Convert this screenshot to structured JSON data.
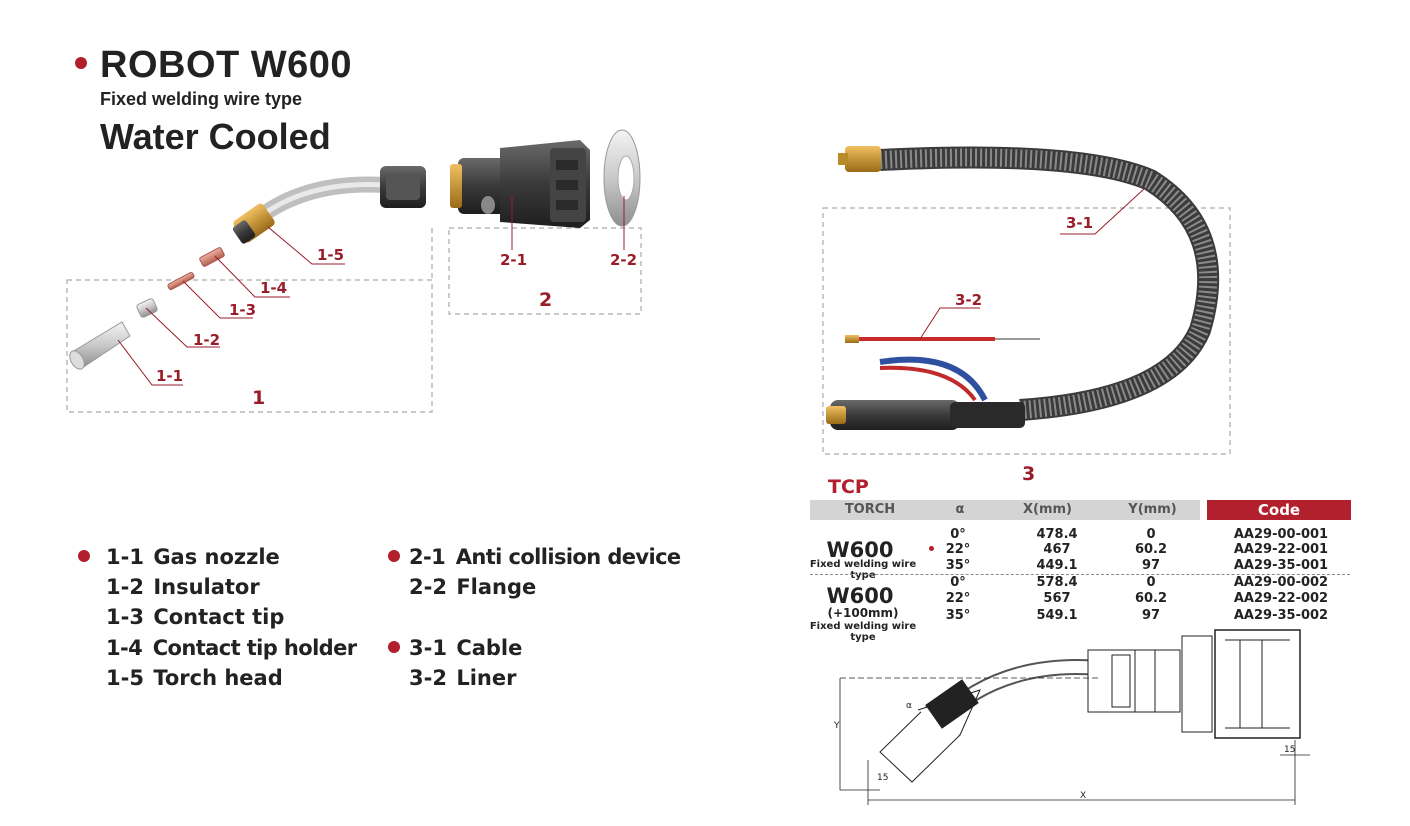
{
  "header": {
    "title": "ROBOT W600",
    "subtitle": "Fixed welding wire type",
    "cooling": "Water Cooled"
  },
  "diagram": {
    "groups": [
      "1",
      "2",
      "3"
    ],
    "labels": [
      "1-1",
      "1-2",
      "1-3",
      "1-4",
      "1-5",
      "2-1",
      "2-2",
      "3-1",
      "3-2"
    ]
  },
  "legend": {
    "col1": [
      {
        "code": "1-1",
        "name": "Gas nozzle"
      },
      {
        "code": "1-2",
        "name": "Insulator"
      },
      {
        "code": "1-3",
        "name": "Contact tip"
      },
      {
        "code": "1-4",
        "name": "Contact tip holder"
      },
      {
        "code": "1-5",
        "name": "Torch head"
      }
    ],
    "col2a": [
      {
        "code": "2-1",
        "name": "Anti collision device"
      },
      {
        "code": "2-2",
        "name": "Flange"
      }
    ],
    "col2b": [
      {
        "code": "3-1",
        "name": "Cable"
      },
      {
        "code": "3-2",
        "name": "Liner"
      }
    ]
  },
  "tcp": {
    "title": "TCP",
    "headers": [
      "TORCH",
      "α",
      "X(mm)",
      "Y(mm)",
      "Code"
    ],
    "models": [
      {
        "name": "W600",
        "sub1": "",
        "sub2": "Fixed welding wire type",
        "rows": [
          {
            "alpha": "0°",
            "x": "478.4",
            "y": "0",
            "code": "AA29-00-001"
          },
          {
            "alpha": "22°",
            "x": "467",
            "y": "60.2",
            "code": "AA29-22-001"
          },
          {
            "alpha": "35°",
            "x": "449.1",
            "y": "97",
            "code": "AA29-35-001"
          }
        ]
      },
      {
        "name": "W600",
        "sub1": "(+100mm)",
        "sub2": "Fixed welding wire type",
        "rows": [
          {
            "alpha": "0°",
            "x": "578.4",
            "y": "0",
            "code": "AA29-00-002"
          },
          {
            "alpha": "22°",
            "x": "567",
            "y": "60.2",
            "code": "AA29-22-002"
          },
          {
            "alpha": "35°",
            "x": "549.1",
            "y": "97",
            "code": "AA29-35-002"
          }
        ]
      }
    ]
  },
  "drawing": {
    "dim_x": "X",
    "dim_y": "Y",
    "dim_15a": "15",
    "dim_15b": "15",
    "dim_alpha": "α"
  },
  "colors": {
    "accent": "#b21f2d",
    "brass": "#c8962e",
    "dark": "#3a3a3a"
  }
}
